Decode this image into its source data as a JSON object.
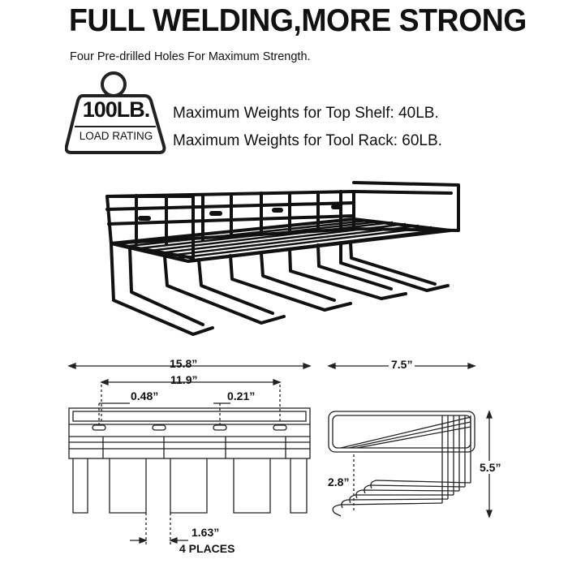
{
  "headline": "FULL WELDING,MORE STRONG",
  "subline": "Four Pre-drilled Holes For Maximum Strength.",
  "badge": {
    "value": "100LB.",
    "label": "LOAD RATING"
  },
  "weights": {
    "top_shelf": "Maximum Weights for Top Shelf: 40LB.",
    "tool_rack": "Maximum Weights for Tool Rack: 60LB."
  },
  "dimensions": {
    "overall_width": "15.8”",
    "hole_span": "11.9”",
    "hole_height": "0.48”",
    "hole_width": "0.21”",
    "slot_gap": "1.63”",
    "slot_count": "4 PLACES",
    "depth": "7.5”",
    "height": "5.5”",
    "arm_height": "2.8”"
  }
}
